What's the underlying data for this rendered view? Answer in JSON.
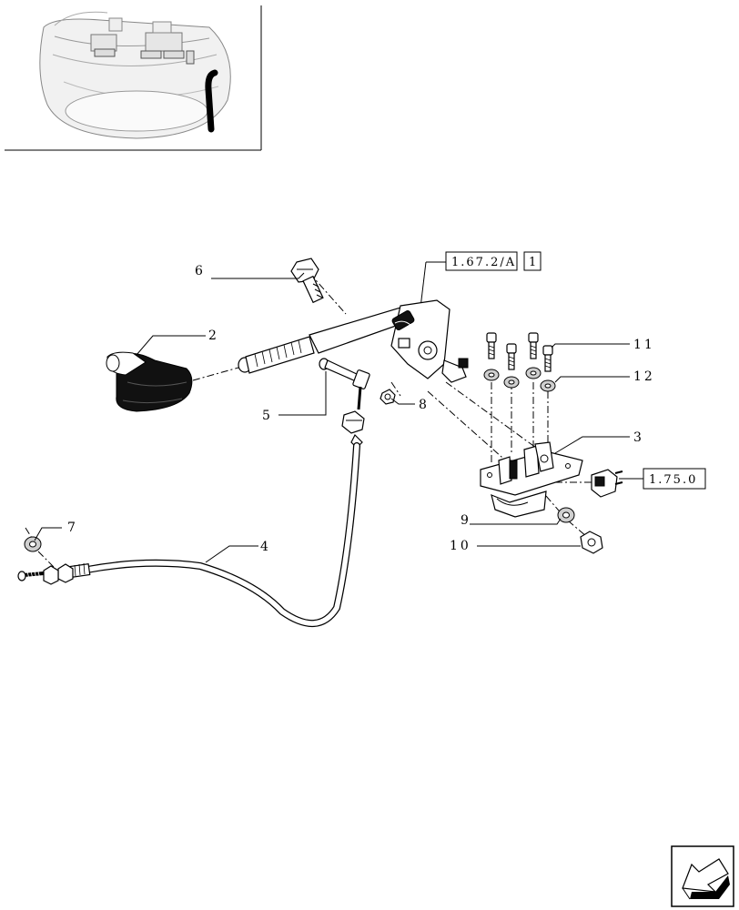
{
  "callouts": [
    {
      "id": "2",
      "label": "2"
    },
    {
      "id": "3",
      "label": "3"
    },
    {
      "id": "4",
      "label": "4"
    },
    {
      "id": "5",
      "label": "5"
    },
    {
      "id": "6",
      "label": "6"
    },
    {
      "id": "7",
      "label": "7"
    },
    {
      "id": "8",
      "label": "8"
    },
    {
      "id": "9",
      "label": "9"
    },
    {
      "id": "10",
      "label": "10"
    },
    {
      "id": "11",
      "label": "11"
    },
    {
      "id": "12",
      "label": "12"
    }
  ],
  "references": {
    "ref_a": {
      "code": "1.67.2/A",
      "sheet": "1"
    },
    "ref_b": {
      "code": "1.75.0"
    }
  },
  "nav": {
    "icon": "next-page-arrow-icon"
  }
}
